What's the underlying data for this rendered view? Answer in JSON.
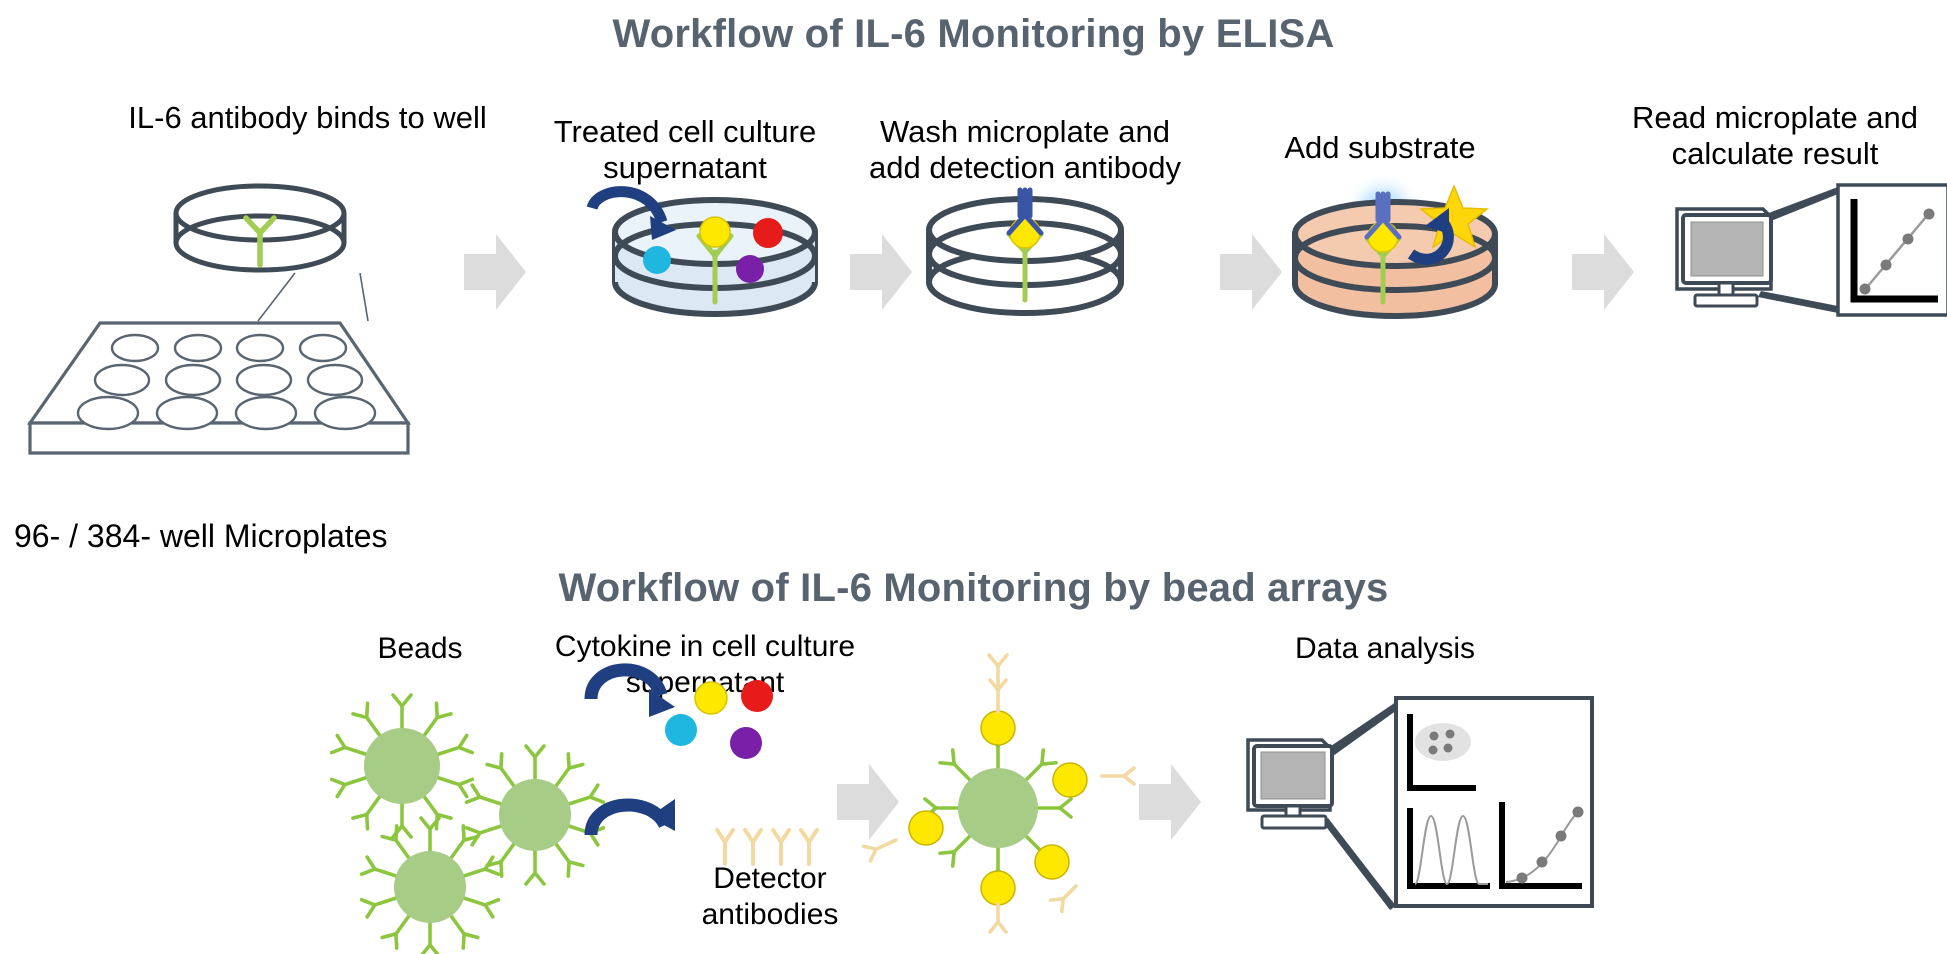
{
  "sections": [
    {
      "id": "elisa",
      "title": "Workflow of IL-6 Monitoring by ELISA",
      "steps": [
        {
          "label": "IL-6 antibody binds to well",
          "icon": "microplate-with-well-icon"
        },
        {
          "label": "Treated cell culture\nsupernatant",
          "icon": "petri-dish-supernatant-icon"
        },
        {
          "label": "Wash microplate and\nadd detection antibody",
          "icon": "petri-dish-sandwich-icon"
        },
        {
          "label": "Add substrate",
          "icon": "petri-dish-substrate-icon"
        },
        {
          "label": "Read microplate and\ncalculate result",
          "icon": "monitor-standard-curve-icon"
        }
      ],
      "caption": "96- / 384- well Microplates"
    },
    {
      "id": "bead",
      "title": "Workflow of IL-6 Monitoring by bead arrays",
      "steps": [
        {
          "label": "Beads",
          "icon": "antibody-coated-beads-icon"
        },
        {
          "label": "Cytokine in cell culture\nsupernatant",
          "icon": "cytokines-icon"
        },
        {
          "label": "Detector\nantibodies",
          "icon": "detector-antibodies-icon"
        },
        {
          "label": "",
          "icon": "bead-sandwich-complex-icon"
        },
        {
          "label": "Data analysis",
          "icon": "monitor-multiplot-icon"
        }
      ]
    }
  ],
  "labels": {
    "elisa_title": "Workflow of IL-6 Monitoring by ELISA",
    "bead_title": "Workflow of IL-6 Monitoring by bead arrays",
    "step1": "IL-6 antibody binds to well",
    "step2_line1": "Treated cell culture",
    "step2_line2": "supernatant",
    "step3_line1": "Wash microplate and",
    "step3_line2": "add detection antibody",
    "step4": "Add substrate",
    "step5_line1": "Read microplate and",
    "step5_line2": "calculate result",
    "plate_caption": "96- / 384- well Microplates",
    "beads": "Beads",
    "cytokine_line1": "Cytokine in cell culture",
    "cytokine_line2": "supernatant",
    "detector_line1": "Detector",
    "detector_line2": "antibodies",
    "data_analysis": "Data analysis"
  },
  "colors": {
    "title": "#57636e",
    "text": "#000000",
    "dish_outline": "#3f4a57",
    "capture_antibody_green": "#a3cc52",
    "bead_green": "#a7cc85",
    "bead_antibody_green": "#7fc24a",
    "detector_antibody_tan": "#f2d9a0",
    "detection_antibody_blue": "#3b55a5",
    "arrow_navy": "#1f3f80",
    "block_arrow_gray": "#dcdcdc",
    "liquid_blue": "#dae6f2",
    "substrate_orange": "#f2c0a0",
    "cytokine_yellow": "#ffe800",
    "cytokine_red": "#e81b1b",
    "cytokine_cyan": "#1fb6e0",
    "cytokine_purple": "#7a1fa8",
    "star_yellow": "#ffd60a",
    "screen_gray": "#b4b4b4",
    "monitor_frame": "#3f4a57",
    "plot_dot_gray": "#7a7a7a",
    "axis_black": "#000000"
  },
  "chart_data": [
    {
      "type": "scatter",
      "title": "",
      "name": "elisa-standard-curve",
      "xlabel": "",
      "ylabel": "",
      "points": [
        [
          0.15,
          0.12
        ],
        [
          0.38,
          0.36
        ],
        [
          0.62,
          0.6
        ],
        [
          0.88,
          0.86
        ]
      ],
      "trend": "linear",
      "grid": false,
      "legend": "none"
    },
    {
      "type": "scatter",
      "name": "bead-dot-plot",
      "title": "",
      "xlabel": "",
      "ylabel": "",
      "points": [
        [
          0.42,
          0.7
        ],
        [
          0.62,
          0.74
        ],
        [
          0.38,
          0.42
        ],
        [
          0.58,
          0.46
        ]
      ],
      "cluster": "ellipse",
      "grid": false,
      "legend": "none"
    },
    {
      "type": "line",
      "name": "bead-peak-trace",
      "title": "",
      "xlabel": "",
      "ylabel": "",
      "x": [
        0.05,
        0.17,
        0.3,
        0.42,
        0.55,
        0.67,
        0.8,
        0.92
      ],
      "values": [
        0.02,
        0.92,
        0.04,
        0.92,
        0.04,
        0.9,
        0.03,
        0.02
      ],
      "peaks": 3,
      "grid": false,
      "legend": "none"
    },
    {
      "type": "scatter",
      "name": "bead-standard-curve",
      "title": "",
      "xlabel": "",
      "ylabel": "",
      "points": [
        [
          0.2,
          0.08
        ],
        [
          0.44,
          0.24
        ],
        [
          0.68,
          0.55
        ],
        [
          0.88,
          0.85
        ]
      ],
      "trend": "exponential",
      "grid": false,
      "legend": "none"
    }
  ]
}
